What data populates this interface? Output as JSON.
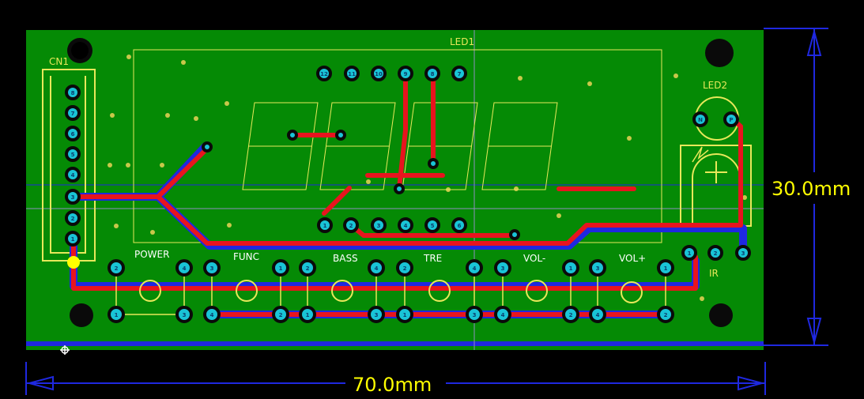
{
  "board": {
    "width_label": "70.0mm",
    "height_label": "30.0mm",
    "colors": {
      "board": "#058a05",
      "top_trace": "#e8141e",
      "bottom_trace": "#1f28e0",
      "pad": "#19c4d6",
      "silk": "#e8e85a",
      "dimension": "#1f28e0",
      "dimension_text": "#ffff00"
    }
  },
  "components": {
    "cn1": "CN1",
    "led1": "LED1",
    "led2": "LED2",
    "ir": "IR"
  },
  "buttons": {
    "power": "POWER",
    "func": "FUNC",
    "bass": "BASS",
    "tre": "TRE",
    "vol_minus": "VOL-",
    "vol_plus": "VOL+"
  }
}
